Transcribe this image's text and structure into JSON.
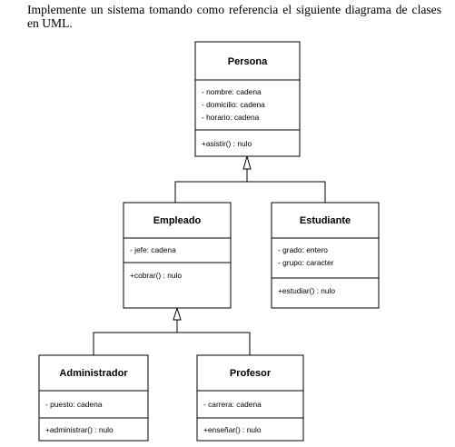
{
  "intro_text": "Implemente un sistema tomando como referencia el siguiente diagrama de clases en UML.",
  "classes": {
    "persona": {
      "name": "Persona",
      "attributes": [
        "- nombre: cadena",
        "- domicilio: cadena",
        "- horario: cadena"
      ],
      "methods": [
        "+asistir() : nulo"
      ]
    },
    "empleado": {
      "name": "Empleado",
      "attributes": [
        "- jefe: cadena"
      ],
      "methods": [
        "+cobrar() : nulo"
      ]
    },
    "estudiante": {
      "name": "Estudiante",
      "attributes": [
        "- grado: entero",
        "- grupo: caracter"
      ],
      "methods": [
        "+estudiar() : nulo"
      ]
    },
    "administrador": {
      "name": "Administrador",
      "attributes": [
        "- puesto: cadena"
      ],
      "methods": [
        "+administrar() : nulo"
      ]
    },
    "profesor": {
      "name": "Profesor",
      "attributes": [
        "- carrera: cadena"
      ],
      "methods": [
        "+enseñar() : nulo"
      ]
    }
  }
}
